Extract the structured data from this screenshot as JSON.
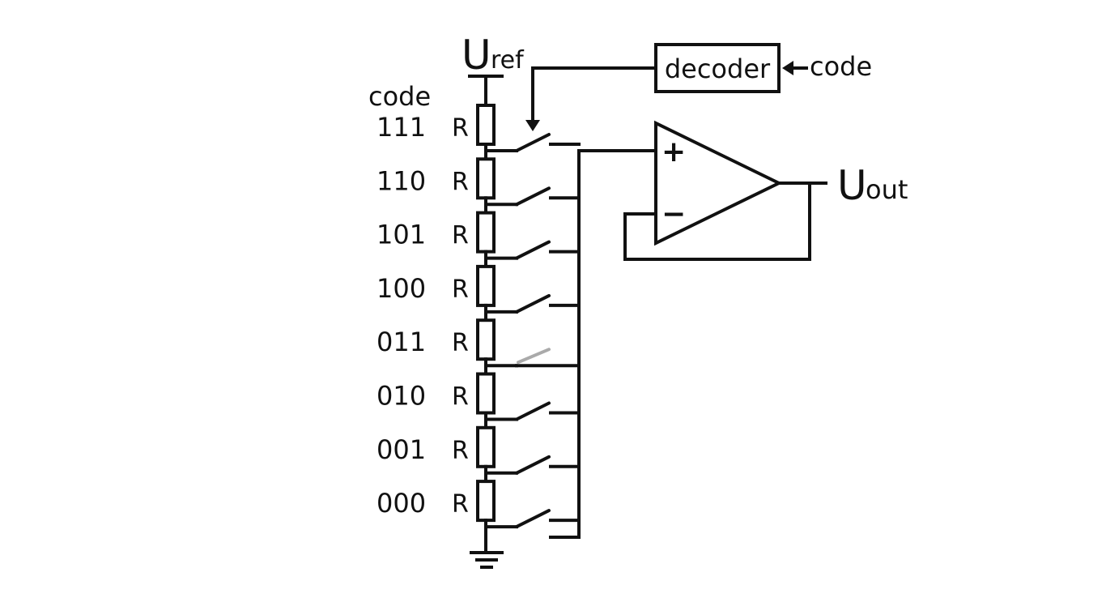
{
  "diagram": {
    "supply": {
      "main": "U",
      "sub": "ref"
    },
    "output": {
      "main": "U",
      "sub": "out"
    },
    "code_header": "code",
    "decoder": {
      "label": "decoder",
      "input_label": "code"
    },
    "opamp": {
      "plus": "+",
      "minus": "−"
    },
    "taps": [
      {
        "code": "111",
        "resistor": "R",
        "switch": "open"
      },
      {
        "code": "110",
        "resistor": "R",
        "switch": "open"
      },
      {
        "code": "101",
        "resistor": "R",
        "switch": "open"
      },
      {
        "code": "100",
        "resistor": "R",
        "switch": "open"
      },
      {
        "code": "011",
        "resistor": "R",
        "switch": "closed"
      },
      {
        "code": "010",
        "resistor": "R",
        "switch": "open"
      },
      {
        "code": "001",
        "resistor": "R",
        "switch": "open"
      },
      {
        "code": "000",
        "resistor": "R",
        "switch": "open"
      }
    ],
    "colors": {
      "line": "#111111",
      "closed_switch": "#aaaaaa",
      "background": "#ffffff"
    }
  }
}
